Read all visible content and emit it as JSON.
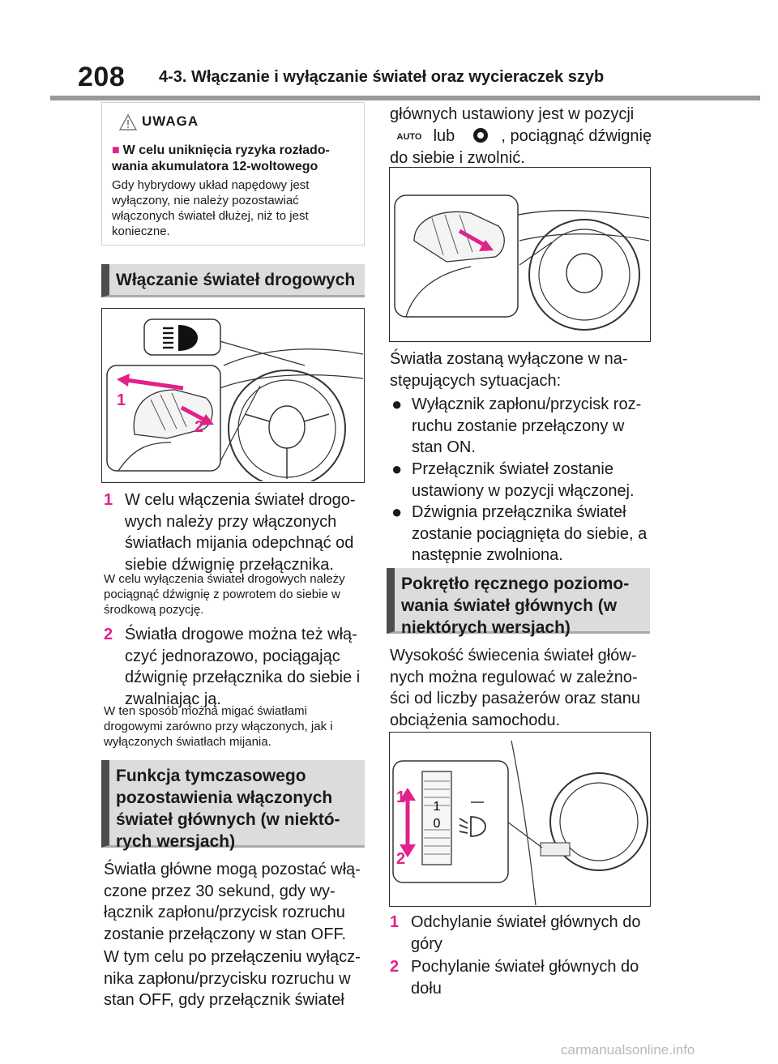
{
  "header": {
    "page_number": "208",
    "chapter_title": "4-3. Włączanie i wyłączanie świateł oraz wycieraczek szyb"
  },
  "caution": {
    "title": "UWAGA",
    "heading": "W celu uniknięcia ryzyka rozłado-wania akumulatora 12-woltowego",
    "text": "Gdy hybrydowy układ napędowy jest wyłączony, nie należy pozostawiać włączonych świateł dłużej, niż to jest konieczne."
  },
  "section_high_beam": {
    "title": "Włączanie świateł drogowych",
    "figure_labels": [
      "1",
      "2"
    ],
    "steps": [
      {
        "number": "1",
        "text": "W celu włączenia świateł drogo-wych należy przy włączonych światłach mijania odepchnąć od siebie dźwignię przełącznika.",
        "note": "W celu wyłączenia świateł drogowych należy pociągnąć dźwignię z powrotem do siebie w środkową pozycję."
      },
      {
        "number": "2",
        "text": "Światła drogowe można też włą-czyć jednorazowo, pociągając dźwignię przełącznika do siebie i zwalniając ją.",
        "note": "W ten sposób można migać światłami drogowymi zarówno przy włączonych, jak i wyłączonych światłach mijania."
      }
    ]
  },
  "section_temp": {
    "title": "Funkcja tymczasowego pozostawienia włączonych świateł głównych (w niektó-rych wersjach)",
    "para1": "Światła główne mogą pozostać włą-czone przez 30 sekund, gdy wy-łącznik zapłonu/przycisk rozruchu zostanie przełączony w stan OFF.",
    "para2": "W tym celu po przełączeniu wyłącz-nika zapłonu/przycisku rozruchu w stan OFF, gdy przełącznik świateł",
    "para3_line1": "głównych ustawiony jest w pozycji",
    "auto_icon_text": "AUTO",
    "para3_mid": "lub",
    "para3_tail": ", pociągnąć dźwignię",
    "para3_line3": "do siebie i zwolnić.",
    "off_intro": "Światła zostaną wyłączone w na-stępujących sytuacjach:",
    "off_conditions": [
      "Wyłącznik zapłonu/przycisk roz-ruchu zostanie przełączony w stan ON.",
      "Przełącznik świateł zostanie ustawiony w pozycji włączonej.",
      "Dźwignia przełącznika świateł zostanie pociągnięta do siebie, a następnie zwolniona."
    ]
  },
  "section_leveling": {
    "title": "Pokrętło ręcznego poziomo-wania świateł głównych (w niektórych wersjach)",
    "para": "Wysokość świecenia świateł głów-nych można regulować w zależno-ści od liczby pasażerów oraz stanu obciążenia samochodu.",
    "figure_labels": [
      "1",
      "2"
    ],
    "dial_marks": [
      "1",
      "0"
    ],
    "steps": [
      {
        "number": "1",
        "text": "Odchylanie świateł głównych do góry"
      },
      {
        "number": "2",
        "text": "Pochylanie świateł głównych do dołu"
      }
    ]
  },
  "watermark": "carmanualsonline.info",
  "colors": {
    "accent": "#e0218a",
    "section_bg": "#dcdcdc",
    "section_bar": "#4d4d4d"
  }
}
